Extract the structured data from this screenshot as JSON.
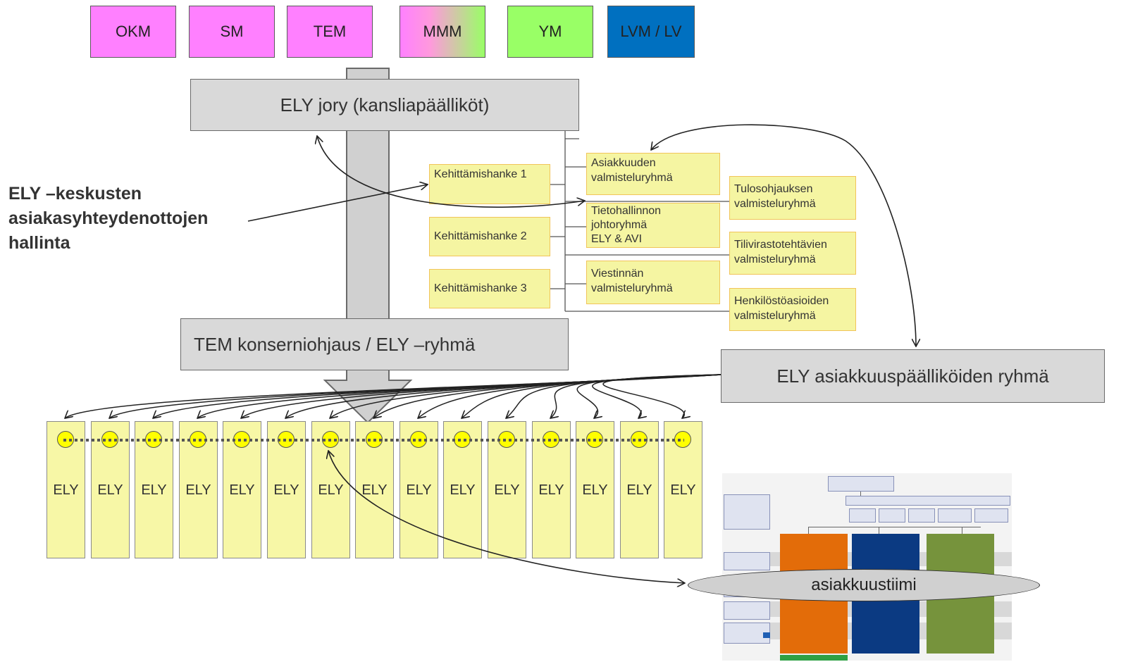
{
  "ministries": [
    {
      "label": "OKM"
    },
    {
      "label": "SM"
    },
    {
      "label": "TEM"
    },
    {
      "label": "MMM"
    },
    {
      "label": "YM"
    },
    {
      "label": "LVM / LV"
    }
  ],
  "jory": "ELY jory (kansliapäälliköt)",
  "tem_group": "TEM konserniohjaus / ELY –ryhmä",
  "asiakkuus_group": "ELY asiakkuuspäälliköiden ryhmä",
  "side_label": [
    "ELY –keskusten",
    "asiakasyhteydenottojen",
    "hallinta"
  ],
  "projects": [
    "Kehittämishanke 1",
    "Kehittämishanke 2",
    "Kehittämishanke 3"
  ],
  "groups_mid": [
    "Asiakkuuden\n valmisteluryhmä",
    "Tietohallinnon\njohtoryhmä\nELY & AVI",
    "Viestinnän\n valmisteluryhmä"
  ],
  "groups_right": [
    "Tulosohjauksen\n valmisteluryhmä",
    "Tilivirastotehtävien\n valmisteluryhmä",
    "Henkilöstöasioiden\n valmisteluryhmä"
  ],
  "ely_label": "ELY",
  "ely_count": 15,
  "asiakkuustiimi": "asiakkuustiimi",
  "colors": {
    "pink": "#ff80ff",
    "green": "#99ff66",
    "blue": "#0070c0",
    "grey": "#d9d9d9",
    "yellow_box": "#f5f5a2",
    "ely_col": "#f7f7a6",
    "dot": "#ffff00",
    "orange": "#e36c09",
    "navy": "#0b3a82",
    "olive": "#76933c"
  }
}
